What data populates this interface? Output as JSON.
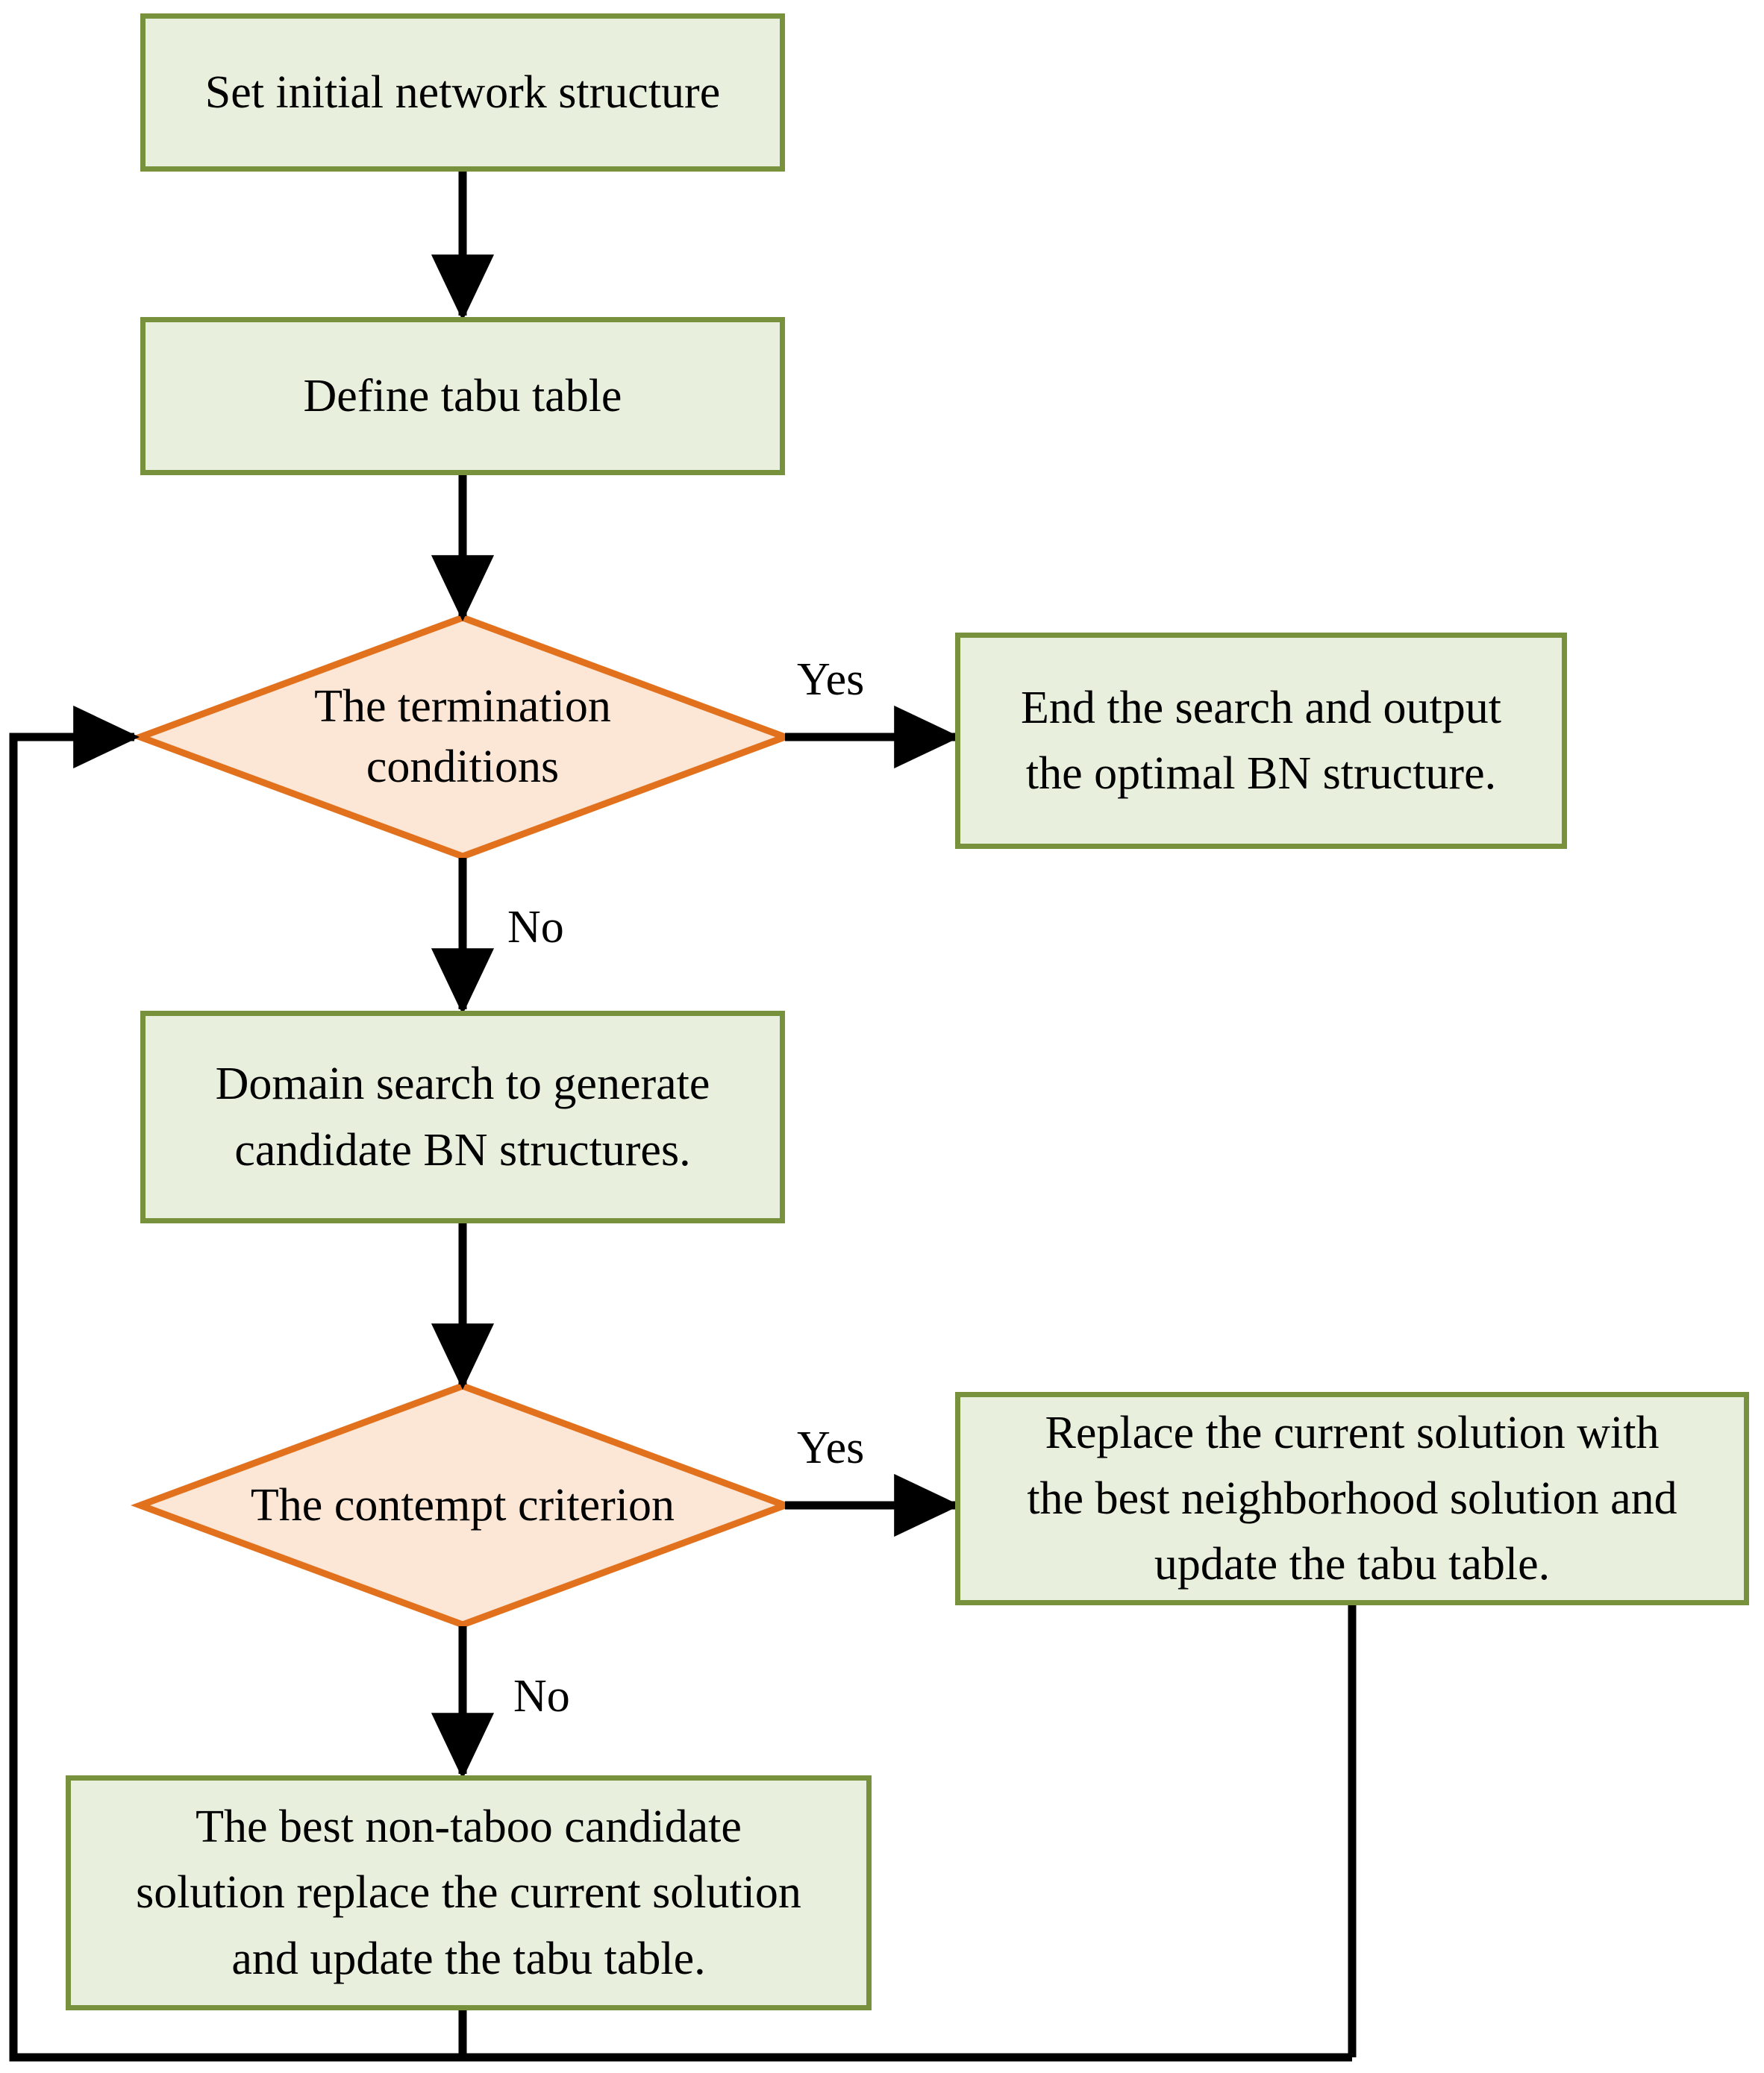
{
  "diagram": {
    "title": "Tabu search flowchart for Bayesian network structure learning",
    "type": "flowchart",
    "colors": {
      "process_fill": "#E8EFDC",
      "process_border": "#77913C",
      "decision_fill": "#FCE6D5",
      "decision_border": "#E2711D",
      "edge": "#000000",
      "text": "#000000",
      "background": "#FFFFFF"
    }
  },
  "nodes": {
    "set_initial": {
      "label": "Set initial network structure",
      "shape": "process"
    },
    "define_tabu": {
      "label": "Define tabu table",
      "shape": "process"
    },
    "termination": {
      "line1": "The termination",
      "line2": "conditions",
      "shape": "decision"
    },
    "end_search": {
      "line1": "End the search and output",
      "line2": "the optimal BN structure.",
      "shape": "process"
    },
    "domain_search": {
      "line1": "Domain search to generate",
      "line2": "candidate BN structures.",
      "shape": "process"
    },
    "contempt": {
      "label": "The contempt criterion",
      "shape": "decision"
    },
    "replace_best": {
      "line1": "Replace the current solution with",
      "line2": "the best neighborhood solution and",
      "line3": "update the tabu table.",
      "shape": "process"
    },
    "best_nontaboo": {
      "line1": "The best non-taboo candidate",
      "line2": "solution replace the current solution",
      "line3": "and update the tabu table.",
      "shape": "process"
    }
  },
  "edge_labels": {
    "termination_yes": "Yes",
    "termination_no": "No",
    "contempt_yes": "Yes",
    "contempt_no": "No"
  },
  "edges": [
    {
      "from": "set_initial",
      "to": "define_tabu",
      "label": ""
    },
    {
      "from": "define_tabu",
      "to": "termination",
      "label": ""
    },
    {
      "from": "termination",
      "to": "end_search",
      "label": "Yes"
    },
    {
      "from": "termination",
      "to": "domain_search",
      "label": "No"
    },
    {
      "from": "domain_search",
      "to": "contempt",
      "label": ""
    },
    {
      "from": "contempt",
      "to": "replace_best",
      "label": "Yes"
    },
    {
      "from": "contempt",
      "to": "best_nontaboo",
      "label": "No"
    },
    {
      "from": "replace_best",
      "to": "termination",
      "label": ""
    },
    {
      "from": "best_nontaboo",
      "to": "termination",
      "label": ""
    }
  ]
}
